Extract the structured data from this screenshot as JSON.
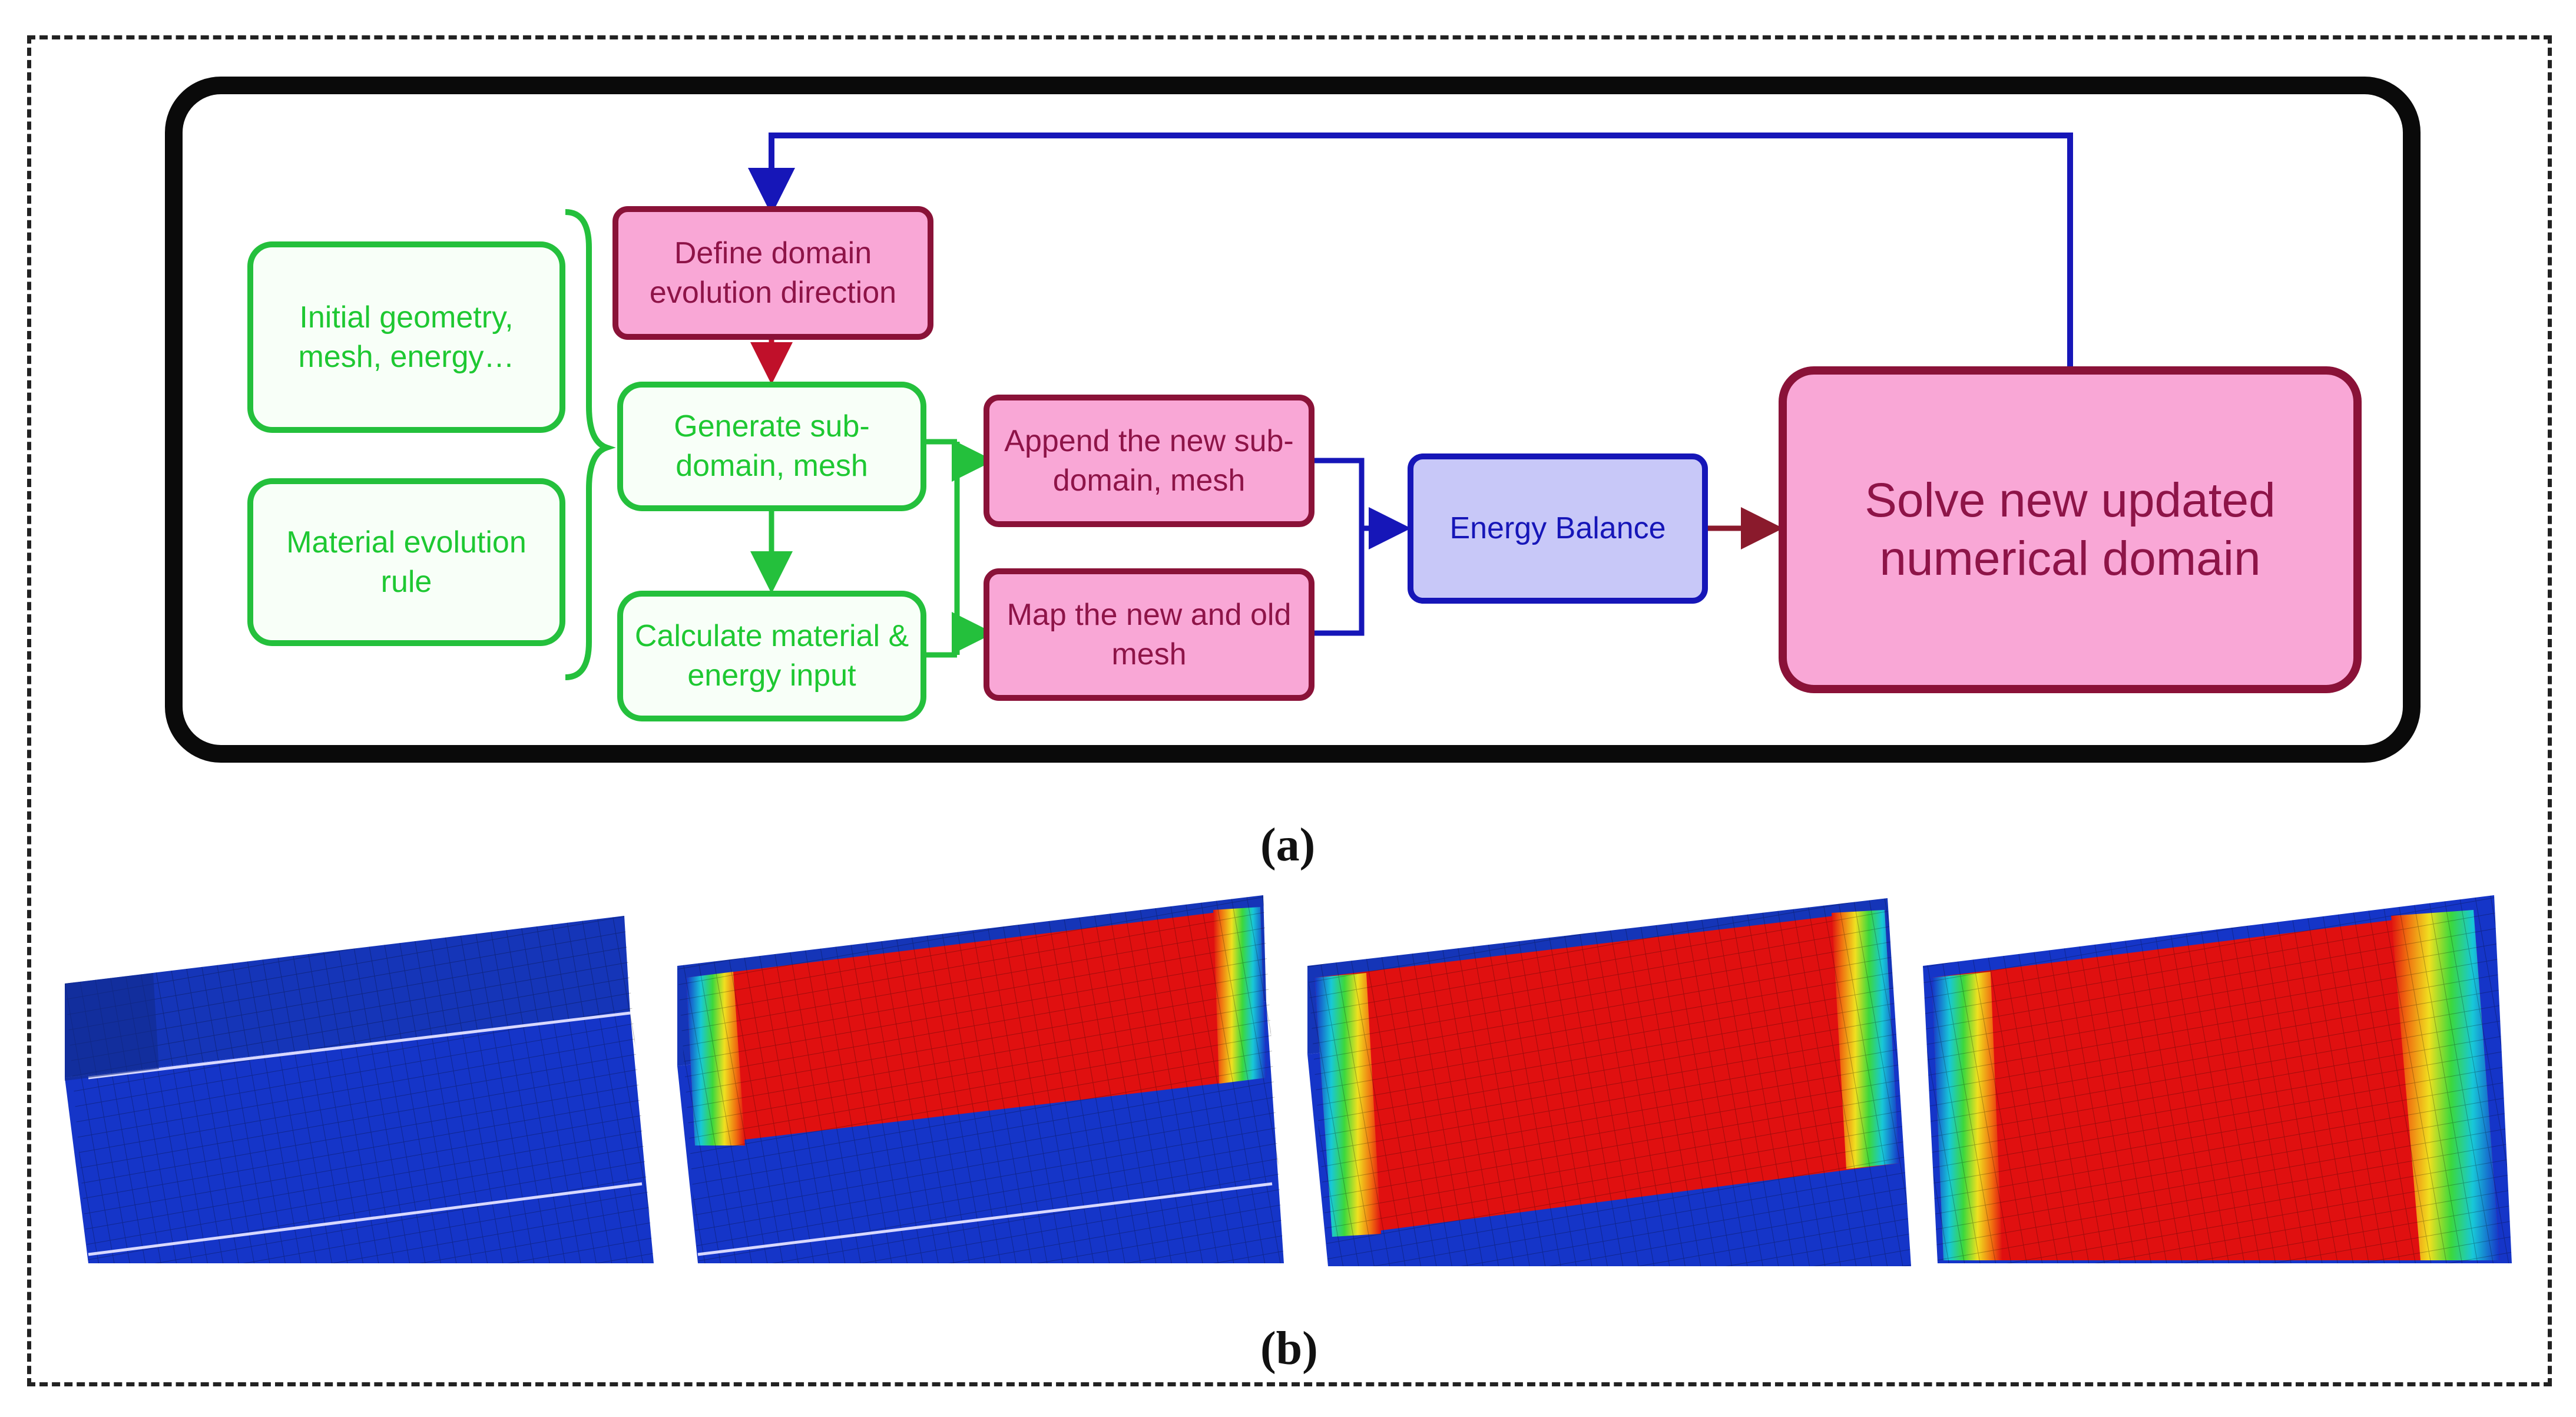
{
  "diagram": {
    "inputs": {
      "initial": "Initial geometry, mesh, energy…",
      "material_rule": "Material evolution rule"
    },
    "steps": {
      "define_direction": "Define domain evolution direction",
      "generate_subdomain": "Generate sub-domain, mesh",
      "calculate_input": "Calculate material & energy input",
      "append": "Append the new sub-domain, mesh",
      "map": "Map the new and old mesh",
      "energy_balance": "Energy Balance",
      "solve": "Solve new updated numerical domain"
    }
  },
  "captions": {
    "a": "(a)",
    "b": "(b)"
  },
  "colors": {
    "green": "#24c03c",
    "pink_fill": "#f9a7d6",
    "pink_border": "#8a1238",
    "blue_fill": "#c8c8f8",
    "blue_border": "#1616b8",
    "dark_red_arrow": "#8a1a2c",
    "mesh_blue": "#1530c8",
    "mesh_red": "#e01010"
  },
  "simulation_frames": [
    {
      "frame": 1,
      "deposited_fraction": 0
    },
    {
      "frame": 2,
      "deposited_fraction": 0.45
    },
    {
      "frame": 3,
      "deposited_fraction": 0.72
    },
    {
      "frame": 4,
      "deposited_fraction": 1.0
    }
  ]
}
